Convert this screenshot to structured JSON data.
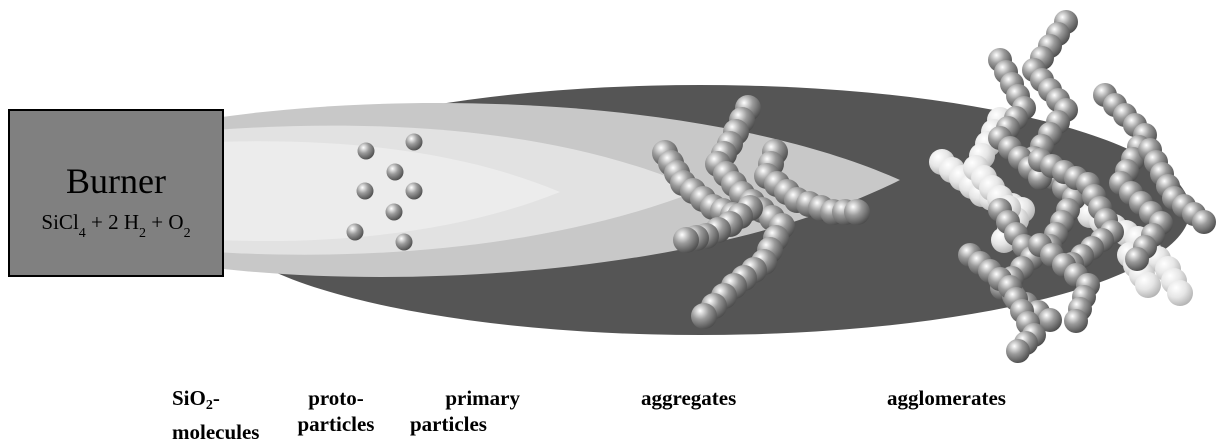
{
  "burner": {
    "title": "Burner",
    "equation_parts": [
      "SiCl",
      "4",
      " + 2 H",
      "2",
      " + O",
      "2"
    ]
  },
  "stages": [
    {
      "line1": "SiO",
      "sub": "2",
      "line1_suffix": "-",
      "line2": "molecules"
    },
    {
      "line1": "proto-",
      "line2": "particles"
    },
    {
      "line1": "primary",
      "line2": "particles"
    },
    {
      "line1": "aggregates",
      "line2": ""
    },
    {
      "line1": "agglomerates",
      "line2": ""
    }
  ],
  "colors": {
    "flame_outer": "#555555",
    "flame_mid": "#c8c8c8",
    "flame_inner": "#e2e2e2",
    "burner_fill": "#808080",
    "particle_dark": "#7a7a7a",
    "particle_light": "#e8e8e8"
  }
}
